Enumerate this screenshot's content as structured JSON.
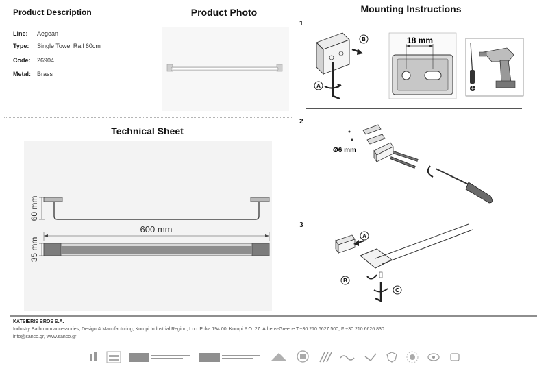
{
  "sections": {
    "description_title": "Product Description",
    "photo_title": "Product Photo",
    "technical_title": "Technical Sheet",
    "mounting_title": "Mounting Instructions"
  },
  "product": {
    "line_label": "Line:",
    "line_value": "Aegean",
    "type_label": "Type:",
    "type_value": "Single Towel Rail 60cm",
    "code_label": "Code:",
    "code_value": "26904",
    "metal_label": "Metal:",
    "metal_value": "Brass"
  },
  "technical": {
    "width_label": "600 mm",
    "height_label": "60 mm",
    "depth_label": "35 mm"
  },
  "mounting": {
    "steps": [
      {
        "number": "1",
        "marker_a": "A",
        "marker_b": "B",
        "dimension": "18 mm"
      },
      {
        "number": "2",
        "drill_size": "Ø6 mm"
      },
      {
        "number": "3",
        "marker_a": "A",
        "marker_b": "B",
        "marker_c": "C"
      }
    ]
  },
  "footer": {
    "company": "KATSIERIS BROS S.A.",
    "address": "Industry Bathroom accessories, Design & Manufacturing, Koropi Industrial Region, Loc. Poka 194 00, Koropi P.O. 27. Athens-Greece   T:+30 210 6627 500, F:+30 210 6626 830",
    "web": "info@sanco.gr, www.sanco.gr"
  },
  "colors": {
    "metal": "#b9b9b9",
    "line": "#444444",
    "footer_bar": "#8e8e8e"
  }
}
